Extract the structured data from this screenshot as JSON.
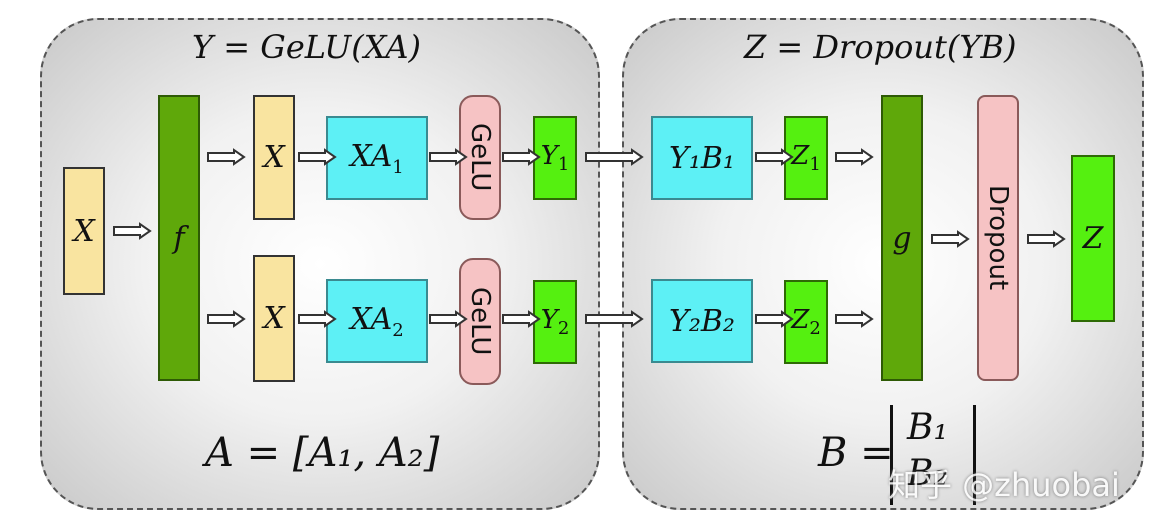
{
  "left_panel": {
    "title": "Y = GeLU(XA)",
    "input": "X",
    "split_op": "f",
    "branches": [
      {
        "x": "X",
        "matmul": "XA",
        "matmul_sub": "1",
        "act": "GeLU",
        "out": "Y",
        "out_sub": "1"
      },
      {
        "x": "X",
        "matmul": "XA",
        "matmul_sub": "2",
        "act": "GeLU",
        "out": "Y",
        "out_sub": "2"
      }
    ],
    "formula": "A = [A₁, A₂]"
  },
  "right_panel": {
    "title": "Z = Dropout(YB)",
    "branches": [
      {
        "matmul": "Y₁B₁",
        "out": "Z",
        "out_sub": "1"
      },
      {
        "matmul": "Y₂B₂",
        "out": "Z",
        "out_sub": "2"
      }
    ],
    "reduce_op": "g",
    "dropout": "Dropout",
    "output": "Z",
    "formula_lhs": "B =",
    "matrix_top": "B₁",
    "matrix_bottom": "B₂"
  },
  "watermark": "知乎 @zhuobai"
}
